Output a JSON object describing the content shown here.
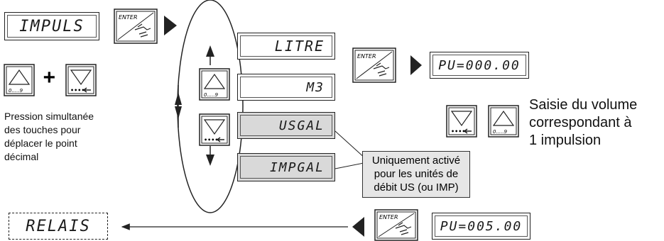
{
  "displays": {
    "impuls": "IMPULS",
    "litre": "LITRE",
    "m3": "M3",
    "usgal": "USGAL",
    "impgal": "IMPGAL",
    "pu_initial": "PU=000.00",
    "pu_set": "PU=005.00",
    "relais": "RELAIS"
  },
  "keys": {
    "enter_label": "ENTER",
    "digits_label": "0.....9"
  },
  "symbols": {
    "plus": "+"
  },
  "notes": {
    "decimal_line1": "Pression simultanée",
    "decimal_line2": "des touches pour",
    "decimal_line3": "déplacer le point",
    "decimal_line4": "décimal",
    "volume_line1": "Saisie du volume",
    "volume_line2": "correspondant à",
    "volume_line3": "1 impulsion",
    "us_line1": "Uniquement activé",
    "us_line2": "pour les unités de",
    "us_line3": "débit US (ou IMP)"
  },
  "icons": [
    "enter-key-icon",
    "up-arrow-key-icon",
    "down-arrow-key-icon",
    "hand-press-icon",
    "play-right-icon",
    "play-left-icon"
  ],
  "colors": {
    "display_highlight": "#d9d9d9",
    "note_background": "#e6e6e6",
    "line": "#222222"
  }
}
